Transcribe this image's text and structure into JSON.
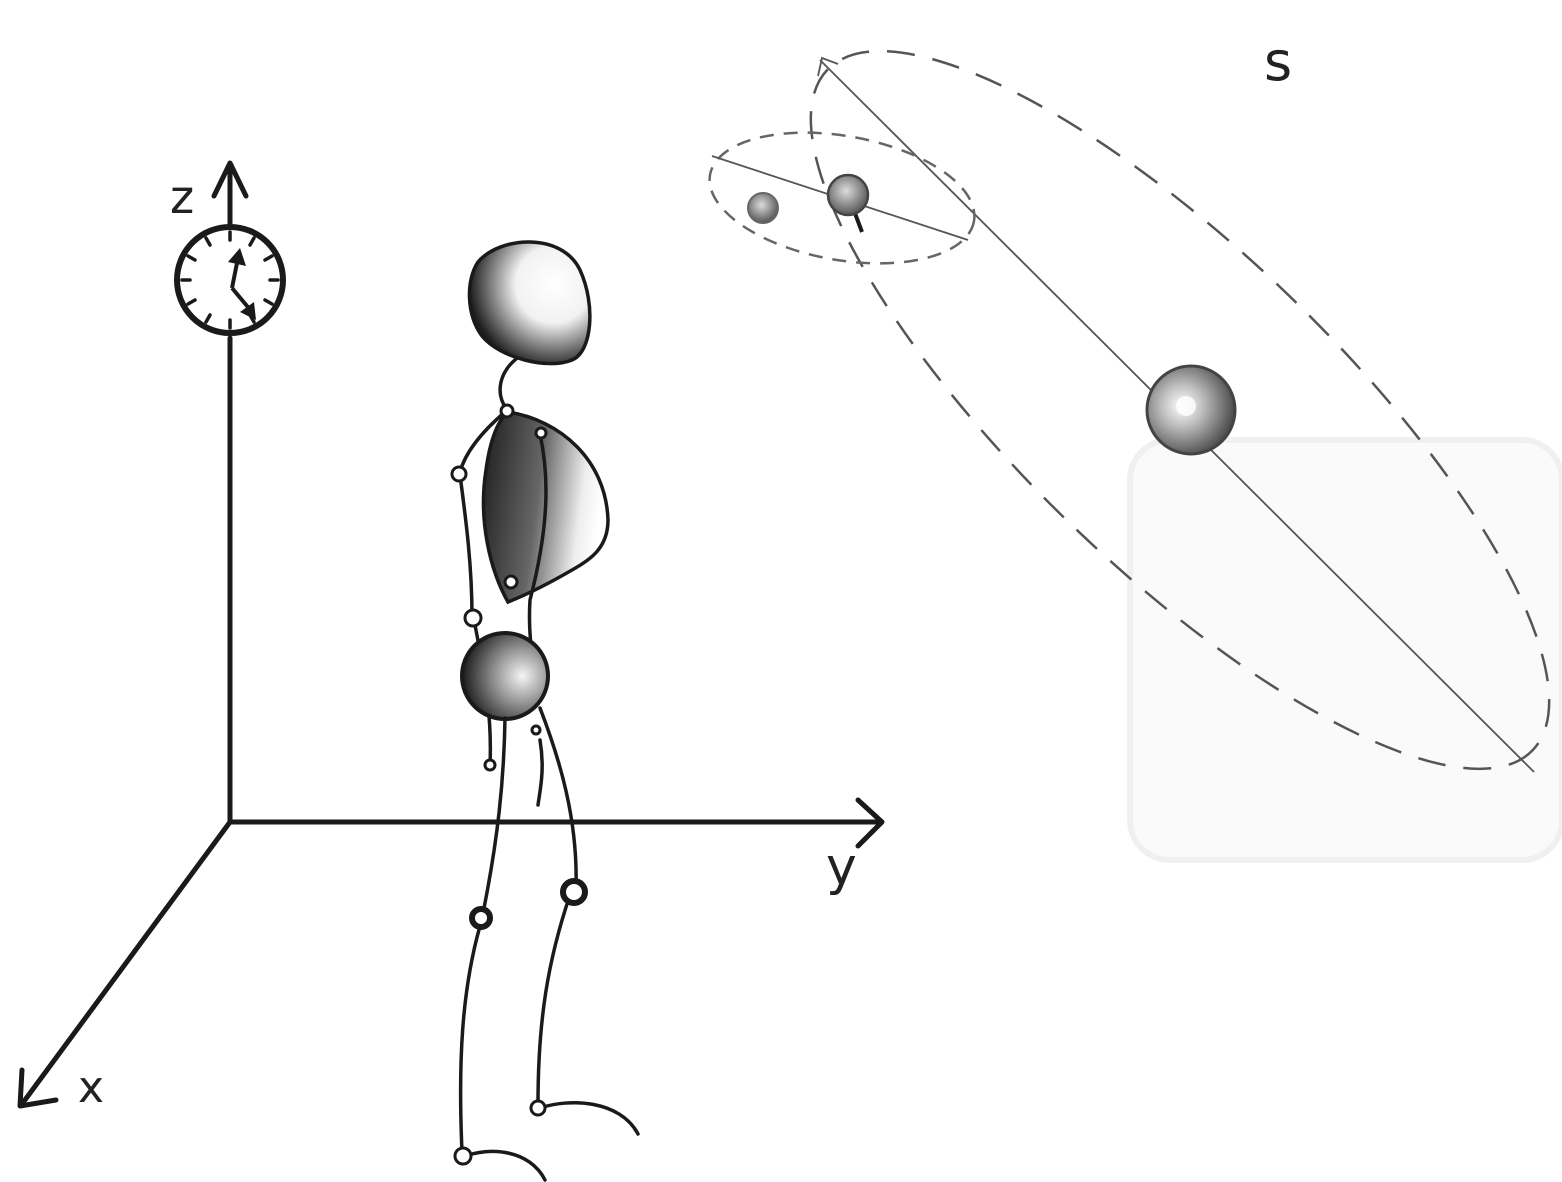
{
  "labels": {
    "z_axis": "z",
    "y_axis": "y",
    "x_axis": "x",
    "s_label": "s"
  },
  "colors": {
    "ink": "#1a1a1a",
    "dashes": "#555555",
    "background": "#ffffff"
  },
  "icons": {
    "clock": "clock-icon"
  }
}
